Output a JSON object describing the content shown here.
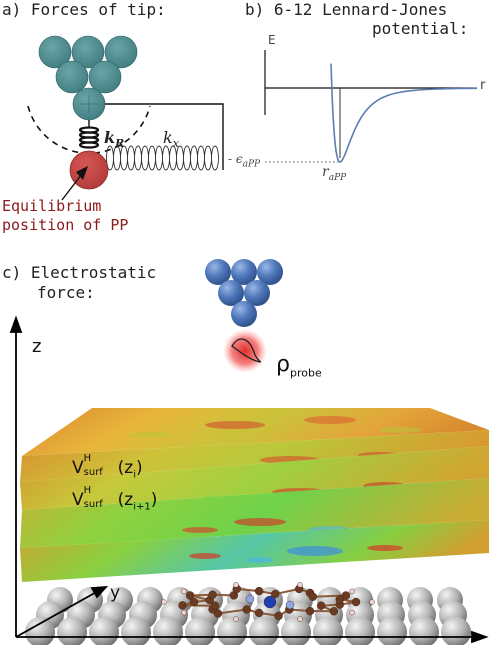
{
  "panel_a": {
    "title": "a) Forces of tip:",
    "k_r": "k",
    "k_r_sub": "R",
    "k_x": "k",
    "k_x_sub": "x",
    "caption_line1": "Equilibrium",
    "caption_line2": "position of PP"
  },
  "panel_b": {
    "title_line1": "b) 6-12 Lennard-Jones",
    "title_line2": "potential:",
    "axis_y": "E",
    "axis_x": "r",
    "epsilon": "- ϵ",
    "epsilon_sub": "aPP",
    "r_min": "r",
    "r_min_sub": "aPP"
  },
  "panel_c": {
    "title_line1": "c) Electrostatic",
    "title_line2": "force:",
    "rho": "ρ",
    "rho_sub": "probe",
    "axis_z": "z",
    "axis_y": "y",
    "v1": "V",
    "v1_sup": "H",
    "v1_sub": "surf",
    "v1_arg": "(z",
    "v1_arg_sub": "i",
    "v1_close": ")",
    "v2": "V",
    "v2_sup": "H",
    "v2_sub": "surf",
    "v2_arg": "(z",
    "v2_arg_sub": "i+1",
    "v2_close": ")"
  },
  "colors": {
    "tip_teal": "#4a8a8e",
    "probe_red": "#c0413f",
    "caption_red": "#8b1a1a",
    "curve_blue": "#5b7fb0",
    "tip_blue": "#5b82c0"
  }
}
